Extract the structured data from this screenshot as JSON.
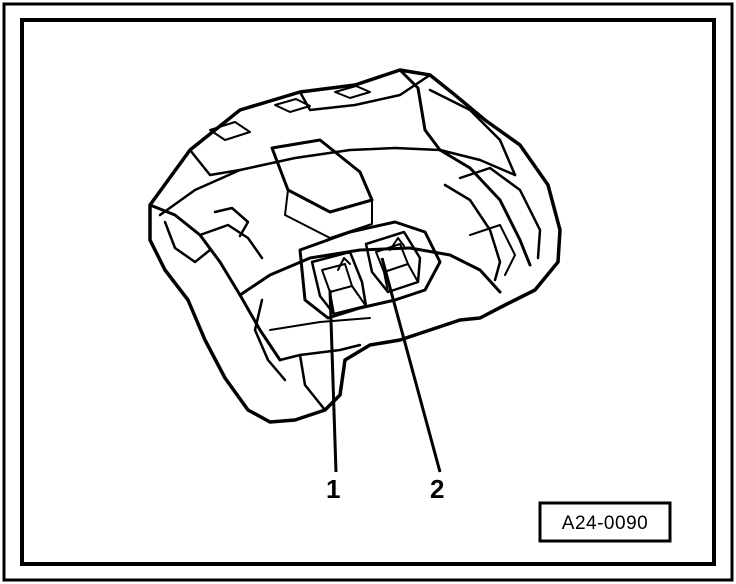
{
  "figure": {
    "callouts": [
      {
        "label": "1"
      },
      {
        "label": "2"
      }
    ],
    "reference_code": "A24-0090"
  }
}
